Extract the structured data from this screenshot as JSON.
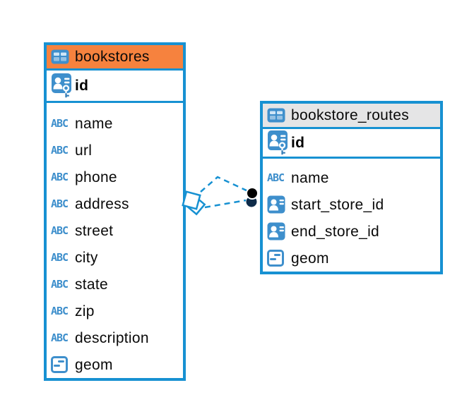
{
  "diagram": {
    "type": "er-diagram",
    "abc_label": "ABC",
    "colors": {
      "table_border": "#1791D2",
      "bookstores_header": "#F6823E",
      "bookstore_routes_header": "#E5E5E6",
      "icon_blue": "#3E8FCC",
      "connector_line": "#1791D2",
      "endpoint_dot_top": "#000000",
      "endpoint_dot_bottom": "#0D2B49",
      "text": "#0A0A0A"
    },
    "tables": [
      {
        "title": "bookstores",
        "primary_key": {
          "name": "id",
          "type": "primary-key"
        },
        "columns": [
          {
            "name": "name",
            "type": "text"
          },
          {
            "name": "url",
            "type": "text"
          },
          {
            "name": "phone",
            "type": "text"
          },
          {
            "name": "address",
            "type": "text"
          },
          {
            "name": "street",
            "type": "text"
          },
          {
            "name": "city",
            "type": "text"
          },
          {
            "name": "state",
            "type": "text"
          },
          {
            "name": "zip",
            "type": "text"
          },
          {
            "name": "description",
            "type": "text"
          },
          {
            "name": "geom",
            "type": "geometry"
          }
        ]
      },
      {
        "title": "bookstore_routes",
        "primary_key": {
          "name": "id",
          "type": "primary-key"
        },
        "columns": [
          {
            "name": "name",
            "type": "text"
          },
          {
            "name": "start_store_id",
            "type": "reference"
          },
          {
            "name": "end_store_id",
            "type": "reference"
          },
          {
            "name": "geom",
            "type": "geometry"
          }
        ]
      }
    ],
    "relationship": {
      "from_table": "bookstores",
      "to_table": "bookstore_routes",
      "line_count": 2,
      "line_style": "dashed",
      "source_marker": "diamond",
      "target_marker": "filled-dots"
    }
  }
}
